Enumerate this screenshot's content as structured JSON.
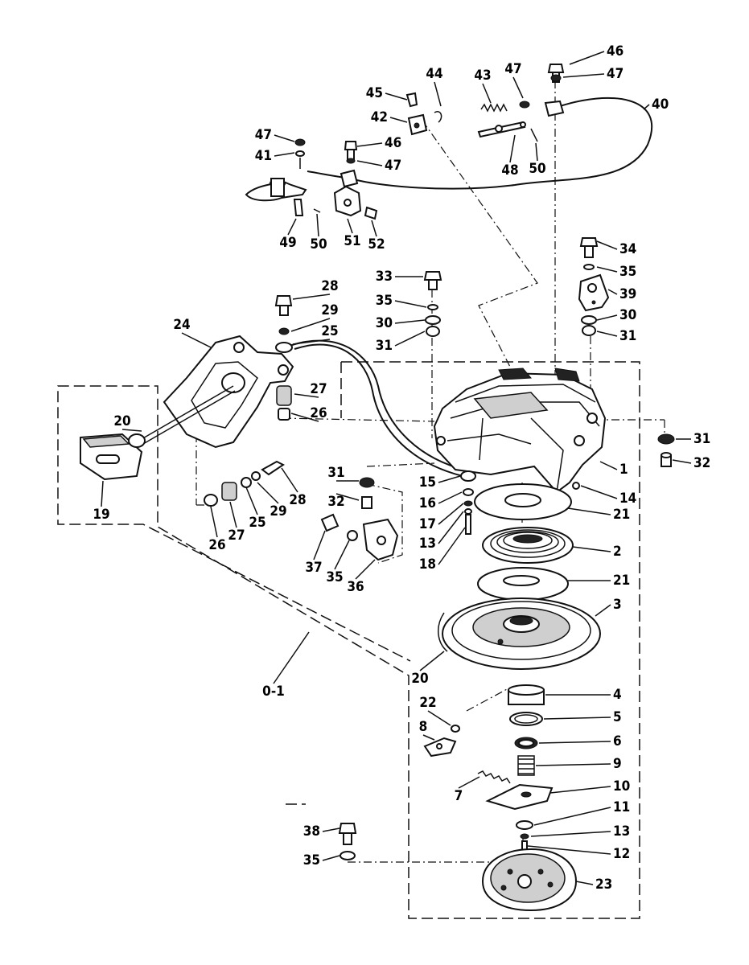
{
  "diagram": {
    "labels": [
      {
        "id": "46a",
        "text": "46"
      },
      {
        "id": "47a",
        "text": "47"
      },
      {
        "id": "44",
        "text": "44"
      },
      {
        "id": "43",
        "text": "43"
      },
      {
        "id": "47b",
        "text": "47"
      },
      {
        "id": "45",
        "text": "45"
      },
      {
        "id": "40",
        "text": "40"
      },
      {
        "id": "42",
        "text": "42"
      },
      {
        "id": "48",
        "text": "48"
      },
      {
        "id": "50a",
        "text": "50"
      },
      {
        "id": "47c",
        "text": "47"
      },
      {
        "id": "41",
        "text": "41"
      },
      {
        "id": "46b",
        "text": "46"
      },
      {
        "id": "47d",
        "text": "47"
      },
      {
        "id": "49",
        "text": "49"
      },
      {
        "id": "50b",
        "text": "50"
      },
      {
        "id": "51",
        "text": "51"
      },
      {
        "id": "52",
        "text": "52"
      },
      {
        "id": "34",
        "text": "34"
      },
      {
        "id": "35a",
        "text": "35"
      },
      {
        "id": "39",
        "text": "39"
      },
      {
        "id": "30a",
        "text": "30"
      },
      {
        "id": "31a",
        "text": "31"
      },
      {
        "id": "33",
        "text": "33"
      },
      {
        "id": "35b",
        "text": "35"
      },
      {
        "id": "30b",
        "text": "30"
      },
      {
        "id": "31b",
        "text": "31"
      },
      {
        "id": "28a",
        "text": "28"
      },
      {
        "id": "29a",
        "text": "29"
      },
      {
        "id": "25a",
        "text": "25"
      },
      {
        "id": "24",
        "text": "24"
      },
      {
        "id": "27a",
        "text": "27"
      },
      {
        "id": "26a",
        "text": "26"
      },
      {
        "id": "20a",
        "text": "20"
      },
      {
        "id": "19",
        "text": "19"
      },
      {
        "id": "31c",
        "text": "31"
      },
      {
        "id": "32a",
        "text": "32"
      },
      {
        "id": "1",
        "text": "1"
      },
      {
        "id": "14",
        "text": "14"
      },
      {
        "id": "31d",
        "text": "31"
      },
      {
        "id": "32b",
        "text": "32"
      },
      {
        "id": "15",
        "text": "15"
      },
      {
        "id": "16",
        "text": "16"
      },
      {
        "id": "17",
        "text": "17"
      },
      {
        "id": "13a",
        "text": "13"
      },
      {
        "id": "18",
        "text": "18"
      },
      {
        "id": "21a",
        "text": "21"
      },
      {
        "id": "2",
        "text": "2"
      },
      {
        "id": "21b",
        "text": "21"
      },
      {
        "id": "3",
        "text": "3"
      },
      {
        "id": "28b",
        "text": "28"
      },
      {
        "id": "29b",
        "text": "29"
      },
      {
        "id": "25b",
        "text": "25"
      },
      {
        "id": "27b",
        "text": "27"
      },
      {
        "id": "26b",
        "text": "26"
      },
      {
        "id": "37",
        "text": "37"
      },
      {
        "id": "35c",
        "text": "35"
      },
      {
        "id": "36",
        "text": "36"
      },
      {
        "id": "0-1",
        "text": "0-1"
      },
      {
        "id": "20b",
        "text": "20"
      },
      {
        "id": "22",
        "text": "22"
      },
      {
        "id": "8",
        "text": "8"
      },
      {
        "id": "4",
        "text": "4"
      },
      {
        "id": "5",
        "text": "5"
      },
      {
        "id": "6",
        "text": "6"
      },
      {
        "id": "9",
        "text": "9"
      },
      {
        "id": "7",
        "text": "7"
      },
      {
        "id": "10",
        "text": "10"
      },
      {
        "id": "11",
        "text": "11"
      },
      {
        "id": "13b",
        "text": "13"
      },
      {
        "id": "12",
        "text": "12"
      },
      {
        "id": "38",
        "text": "38"
      },
      {
        "id": "35d",
        "text": "35"
      },
      {
        "id": "23",
        "text": "23"
      }
    ]
  }
}
